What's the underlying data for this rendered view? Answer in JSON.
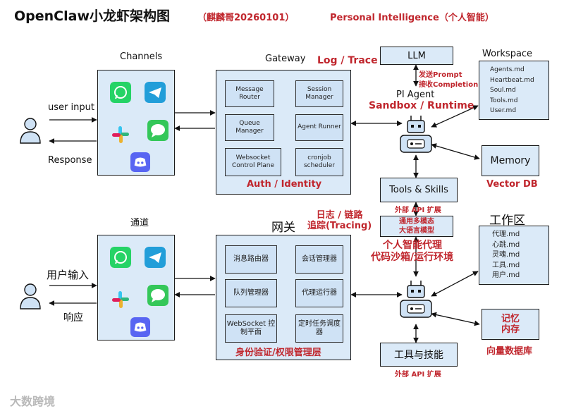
{
  "header": {
    "title": "OpenClaw小龙虾架构图",
    "subtitle": "（麒麟哥20260101）",
    "tagline": "Personal Intelligence（个人智能）"
  },
  "en": {
    "channels_label": "Channels",
    "gateway_label": "Gateway",
    "log_trace": "Log / Trace",
    "user_input": "user input",
    "response": "Response",
    "gateway_items": [
      "Message Router",
      "Session Manager",
      "Queue Manager",
      "Agent Runner",
      "Websocket Control Plane",
      "cronjob scheduler"
    ],
    "auth": "Auth / Identity",
    "llm": "LLM",
    "send_prompt": "发送Prompt",
    "recv_completion": "接收Completion",
    "pi_agent": "PI Agent",
    "sandbox": "Sandbox / Runtime",
    "workspace_label": "Workspace",
    "workspace_items": [
      "Agents.md",
      "Heartbeat.md",
      "Soul.md",
      "Tools.md",
      "User.md"
    ],
    "memory": "Memory",
    "vector_db": "Vector DB",
    "tools_skills": "Tools & Skills",
    "external_api": "外部 API 扩展"
  },
  "cn": {
    "channels_label": "通道",
    "gateway_label": "网关",
    "log_trace": "日志 / 链路\n追踪(Tracing)",
    "user_input": "用户输入",
    "response": "响应",
    "gateway_items": [
      "消息路由器",
      "会话管理器",
      "队列管理器",
      "代理运行器",
      "WebSocket 控制平面",
      "定时任务调度器"
    ],
    "auth": "身份验证/权限管理层",
    "llm": "通用多模态\n大语言模型",
    "pi_agent": "个人智能代理",
    "sandbox": "代码沙箱/运行环境",
    "workspace_label": "工作区",
    "workspace_items": [
      "代理.md",
      "心跳.md",
      "灵魂.md",
      "工具.md",
      "用户.md"
    ],
    "memory": "记忆\n内存",
    "vector_db": "向量数据库",
    "tools_skills": "工具与技能",
    "external_api": "外部 API 扩展"
  },
  "watermark": "大数跨境",
  "colors": {
    "box_fill": "#dbeaf8",
    "inner_fill": "#cfe2f5",
    "accent_red": "#c0262d",
    "whatsapp": "#25d366",
    "telegram": "#229ed9",
    "discord": "#5865f2",
    "messages": "#34c759"
  },
  "icons": [
    "user-icon",
    "whatsapp-icon",
    "telegram-icon",
    "slack-icon",
    "messages-icon",
    "discord-icon",
    "robot-icon"
  ]
}
